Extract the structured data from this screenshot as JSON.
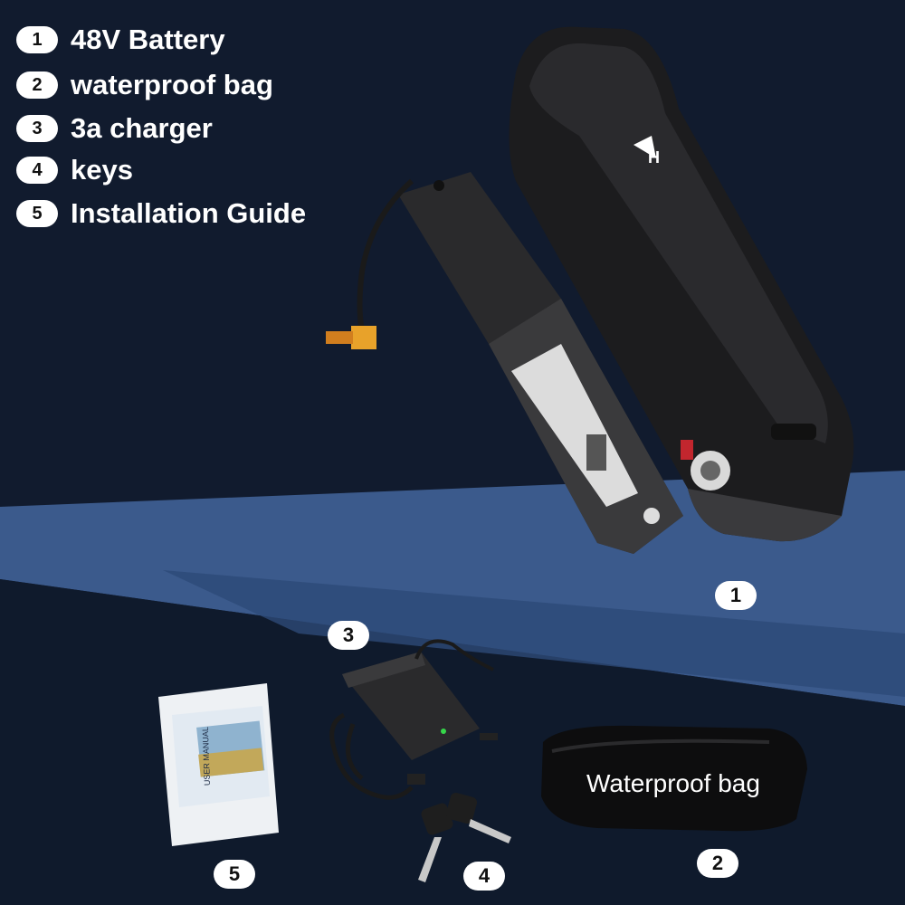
{
  "legend": {
    "items": [
      {
        "num": "1",
        "label": "48V Battery"
      },
      {
        "num": "2",
        "label": "waterproof bag"
      },
      {
        "num": "3",
        "label": "3a charger"
      },
      {
        "num": "4",
        "label": "keys"
      },
      {
        "num": "5",
        "label": "Installation Guide"
      }
    ]
  },
  "callouts": {
    "battery": "1",
    "bag": "2",
    "charger": "3",
    "keys": "4",
    "guide": "5"
  },
  "bag_print": "Waterproof bag",
  "manual_title": "USER MANUAL",
  "battery_logo": "H",
  "colors": {
    "background_dark": "#111b2e",
    "background_band": "#3b5a8c",
    "battery_body": "#1c1c1e",
    "connector": "#e8a22a"
  }
}
